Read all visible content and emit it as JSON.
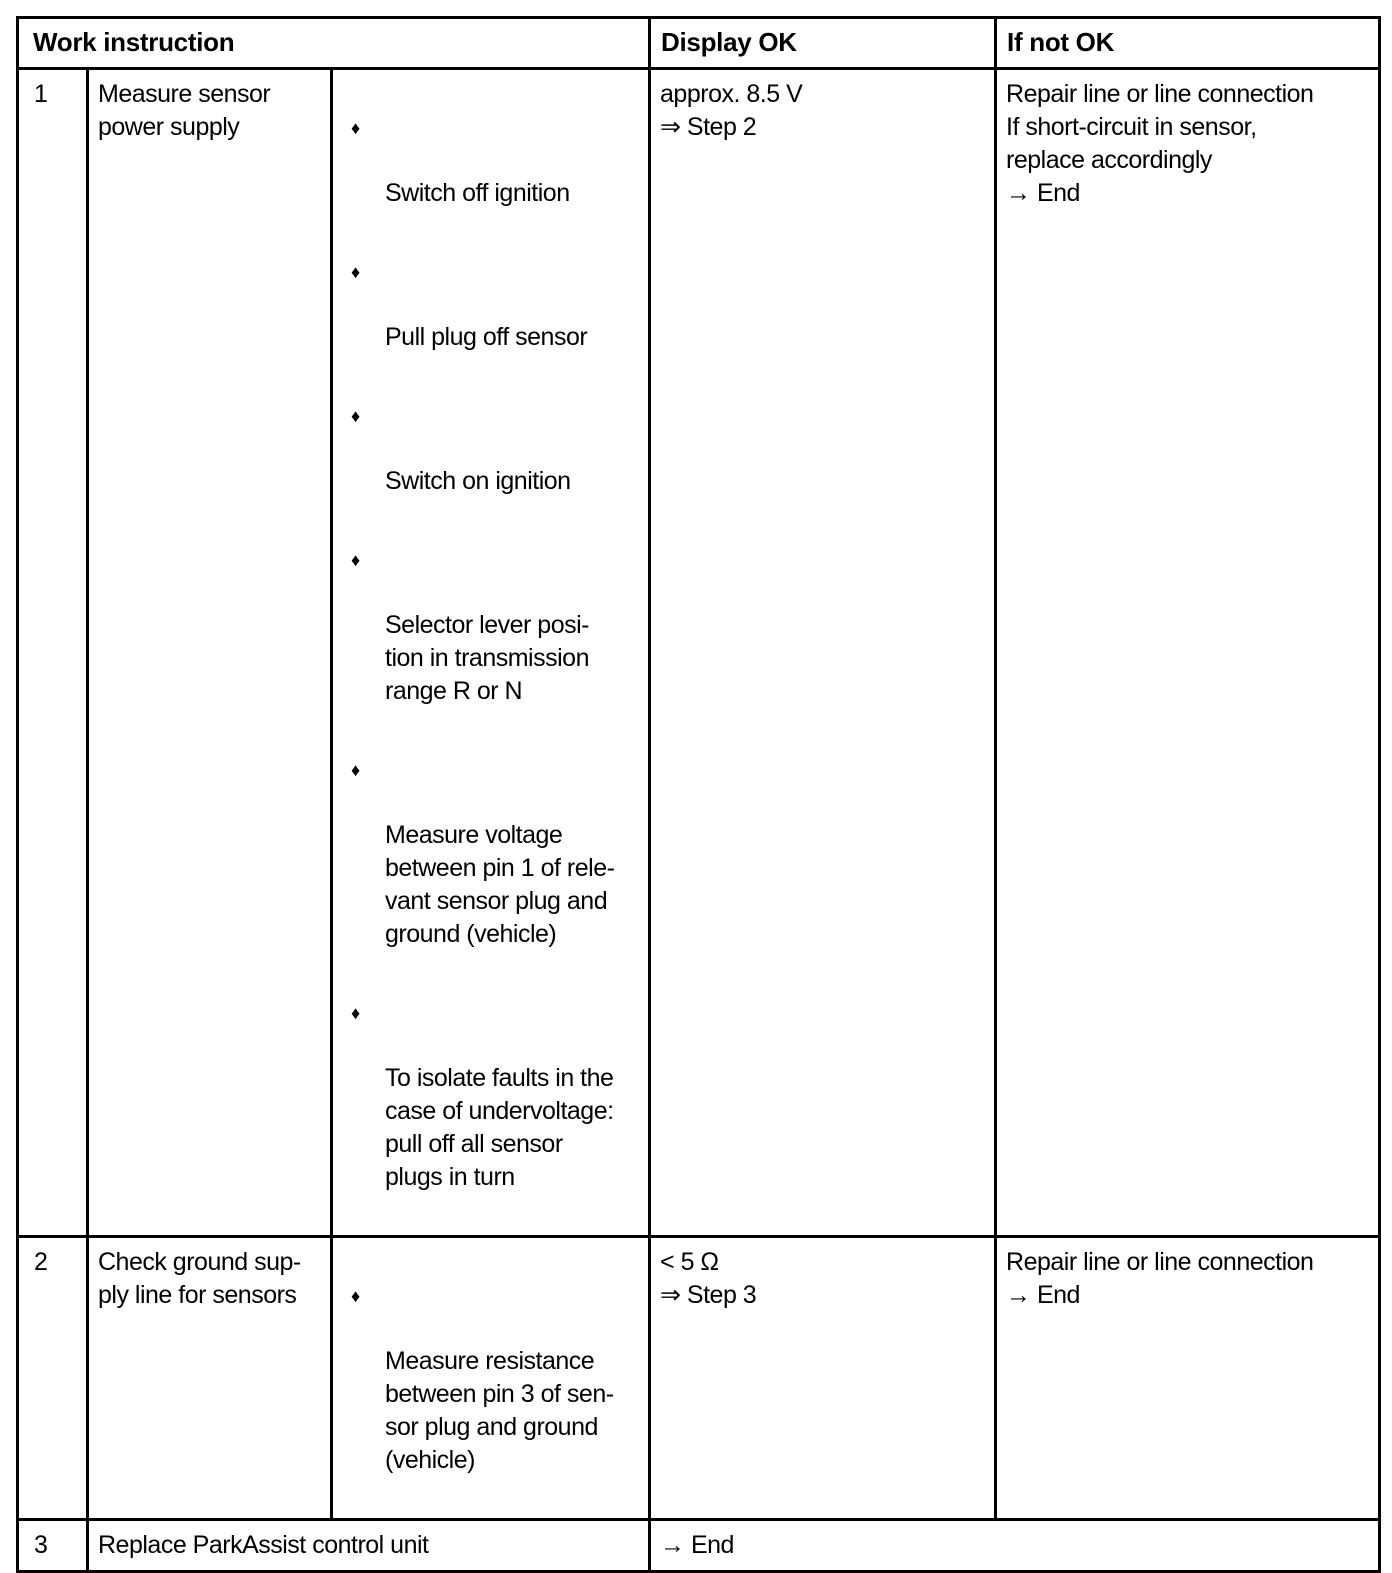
{
  "table": {
    "bullet_glyph": "♦",
    "headers": {
      "work_instruction": "Work instruction",
      "display_ok": "Display OK",
      "if_not_ok": "If not OK"
    },
    "rows": [
      {
        "num": "1",
        "task": "Measure sensor\npower supply",
        "steps": [
          "Switch off ignition",
          "Pull plug off sensor",
          "Switch on ignition",
          "Selector lever posi-\ntion in transmission\nrange R or N",
          "Measure voltage\nbetween pin 1 of rele-\nvant sensor plug and\nground (vehicle)",
          "To isolate faults in the\ncase of undervoltage:\npull off all sensor\nplugs in turn"
        ],
        "display_ok": "approx. 8.5 V\n⇒ Step 2",
        "if_not_ok": "Repair line or line connection\nIf short-circuit in sensor,\nreplace accordingly\n→ End"
      },
      {
        "num": "2",
        "task": "Check ground sup-\nply line for sensors",
        "steps": [
          "Measure resistance\nbetween pin 3 of sen-\nsor plug and ground\n(vehicle)"
        ],
        "display_ok": "< 5 Ω\n⇒ Step 3",
        "if_not_ok": "Repair line or line connection\n→ End"
      },
      {
        "num": "3",
        "task": "Replace ParkAssist control unit",
        "result": "→ End"
      }
    ]
  }
}
